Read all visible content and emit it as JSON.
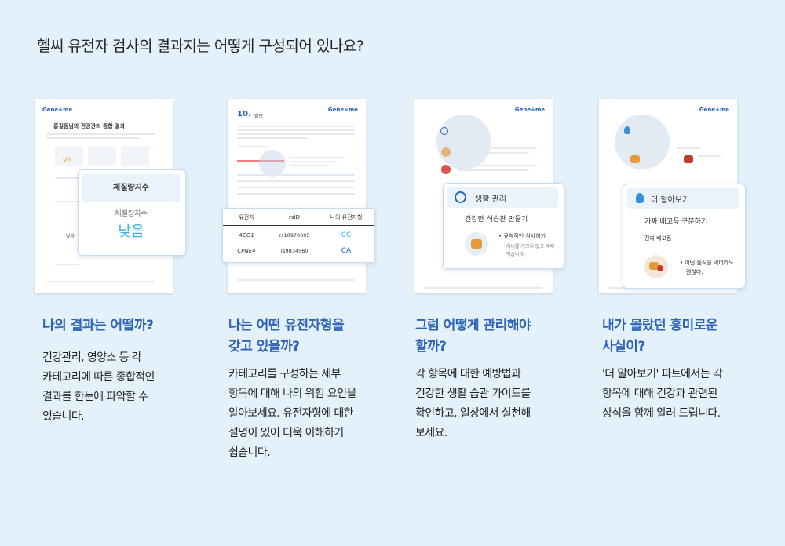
{
  "page": {
    "title": "헬씨 유전자 검사의 결과지는 어떻게 구성되어 있나요?"
  },
  "brand": {
    "logo": "Gene+me"
  },
  "cards": [
    {
      "heading_lines": [
        "나의 결과는 어떨까?"
      ],
      "body_lines": [
        "건강관리, 영양소 등 각",
        "카테고리에 따른 종합적인",
        "결과를 한눈에 파악할 수",
        "있습니다."
      ],
      "doc": {
        "report_title": "홍길동님의 건강관리 종합 결과",
        "popup_header": "체질량지수",
        "popup_item": "체질량지수",
        "popup_value": "낮음",
        "mini_values": [
          "낮음",
          "낮음",
          "낮음"
        ]
      }
    },
    {
      "heading_lines": [
        "나는 어떤 유전자형을",
        "갖고 있을까?"
      ],
      "body_lines": [
        "카테고리를 구성하는 세부",
        "항목에 대해 나의 위험 요인을",
        "알아보세요. 유전자형에 대한",
        "설명이 있어 더욱 이해하기",
        "쉽습니다."
      ],
      "doc": {
        "section_number": "10.",
        "section_name": "탈모",
        "table_headers": [
          "유전자",
          "rsID",
          "나의 유전자형"
        ],
        "table_rows": [
          {
            "gene": "ACO1",
            "rsid": "rs10970305",
            "genotype": "CC"
          },
          {
            "gene": "CPNE4",
            "rsid": "rs9834560",
            "genotype": "CA"
          }
        ]
      }
    },
    {
      "heading_lines": [
        "그럼 어떻게 관리해야",
        "할까?"
      ],
      "body_lines": [
        "각 항목에 대한 예방법과",
        "건강한 생활 습관 가이드를",
        "확인하고, 일상에서 실천해",
        "보세요."
      ],
      "doc": {
        "popup_header": "생활 관리",
        "popup_subtitle": "건강한 식습관 만들기",
        "tip_title": "규칙적인 식사하기",
        "tip_desc_lines": [
          "끼니를 거르지 않고 제때",
          "먹습니다."
        ]
      }
    },
    {
      "heading_lines": [
        "내가 몰랐던 흥미로운",
        "사실이?"
      ],
      "body_lines": [
        "'더 알아보기' 파트에서는 각",
        "항목에 대해 건강과 관련된",
        "상식을 함께 알려 드립니다."
      ],
      "doc": {
        "popup_header": "더 알아보기",
        "popup_subtitle": "가짜 배고픔 구분하기",
        "popup_label": "진짜 배고픔",
        "tip_lines": [
          "어떤 음식을 먹더라도",
          "괜찮다."
        ]
      }
    }
  ],
  "colors": {
    "accent": "#2b63b8",
    "background": "#e4f1fb",
    "highlight": "#33b2e6"
  }
}
